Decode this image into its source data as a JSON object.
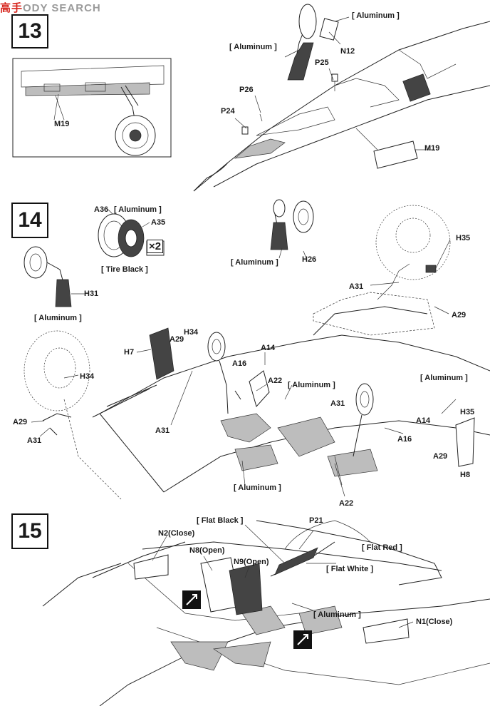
{
  "watermark": {
    "prefix": "高手",
    "rest": "ODY SEARCH"
  },
  "steps": [
    "13",
    "14",
    "15"
  ],
  "step13": {
    "labels": {
      "aluminum_top_right": "[ Aluminum ]",
      "aluminum_top_mid": "[ Aluminum ]",
      "n12": "N12",
      "p25": "P25",
      "p26": "P26",
      "p24": "P24",
      "m19_inset": "M19",
      "m19_right": "M19"
    }
  },
  "step14": {
    "labels": {
      "a36": "A36",
      "aluminum_tire": "[ Aluminum ]",
      "a35": "A35",
      "x2": "×2",
      "tire_black": "[ Tire Black ]",
      "h31": "H31",
      "aluminum_left": "[ Aluminum ]",
      "aluminum_h26": "[ Aluminum ]",
      "h26": "H26",
      "h35_top": "H35",
      "a31_right": "A31",
      "a29_right": "A29",
      "h34_left": "H34",
      "a29_left": "A29",
      "a31_left": "A31",
      "h7": "H7",
      "h34_mid": "H34",
      "a29_mid": "A29",
      "a14_top": "A14",
      "a16_mid": "A16",
      "a22_top": "A22",
      "aluminum_mid": "[ Aluminum ]",
      "a31_mid": "A31",
      "aluminum_right": "[ Aluminum ]",
      "a31_center": "A31",
      "a14_right": "A14",
      "a16_right": "A16",
      "h35_bottom": "H35",
      "a29_bottom": "A29",
      "h8": "H8",
      "aluminum_bottom": "[ Aluminum ]",
      "a22_bottom": "A22"
    }
  },
  "step15": {
    "labels": {
      "flat_black": "[ Flat Black ]",
      "p21": "P21",
      "n2": "N2(Close)",
      "n8": "N8(Open)",
      "n9": "N9(Open)",
      "flat_red": "[ Flat Red ]",
      "flat_white": "[ Flat White ]",
      "aluminum": "[ Aluminum ]",
      "n1": "N1(Close)"
    }
  }
}
